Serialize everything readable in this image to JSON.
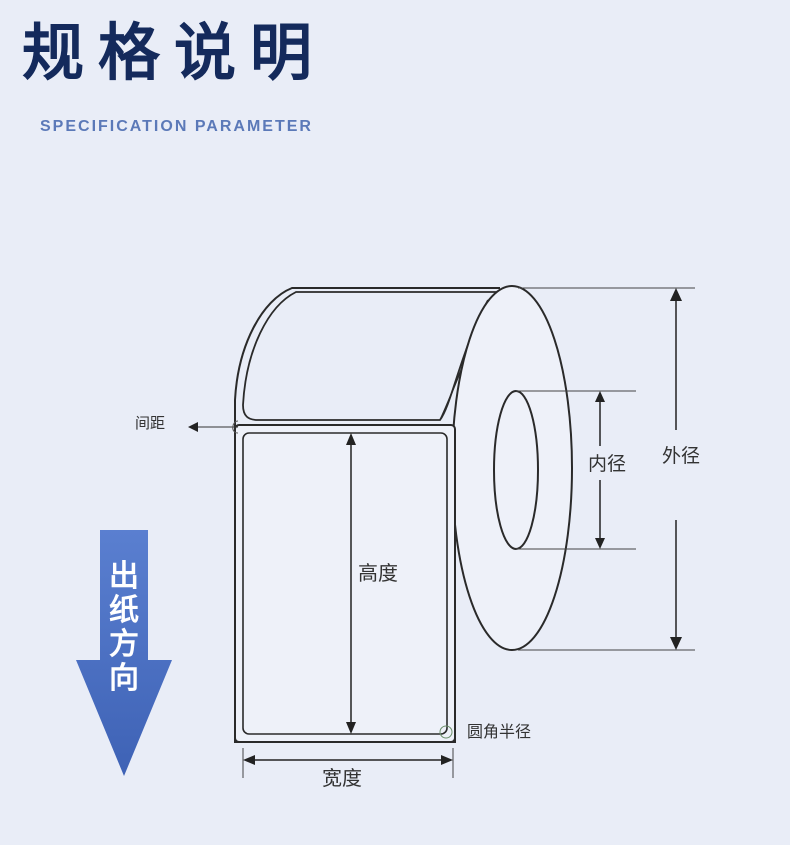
{
  "header": {
    "title": "规格说明",
    "subtitle": "SPECIFICATION PARAMETER"
  },
  "diagram": {
    "labels": {
      "gap": "间距",
      "height": "高度",
      "width": "宽度",
      "inner_diameter": "内径",
      "outer_diameter": "外径",
      "corner_radius": "圆角半径"
    },
    "feed_direction": [
      "出",
      "纸",
      "方",
      "向"
    ]
  },
  "colors": {
    "title": "#142a5c",
    "subtitle": "#5b79b8",
    "arrow": "#4a6fbf",
    "background": "#e9edf7"
  }
}
